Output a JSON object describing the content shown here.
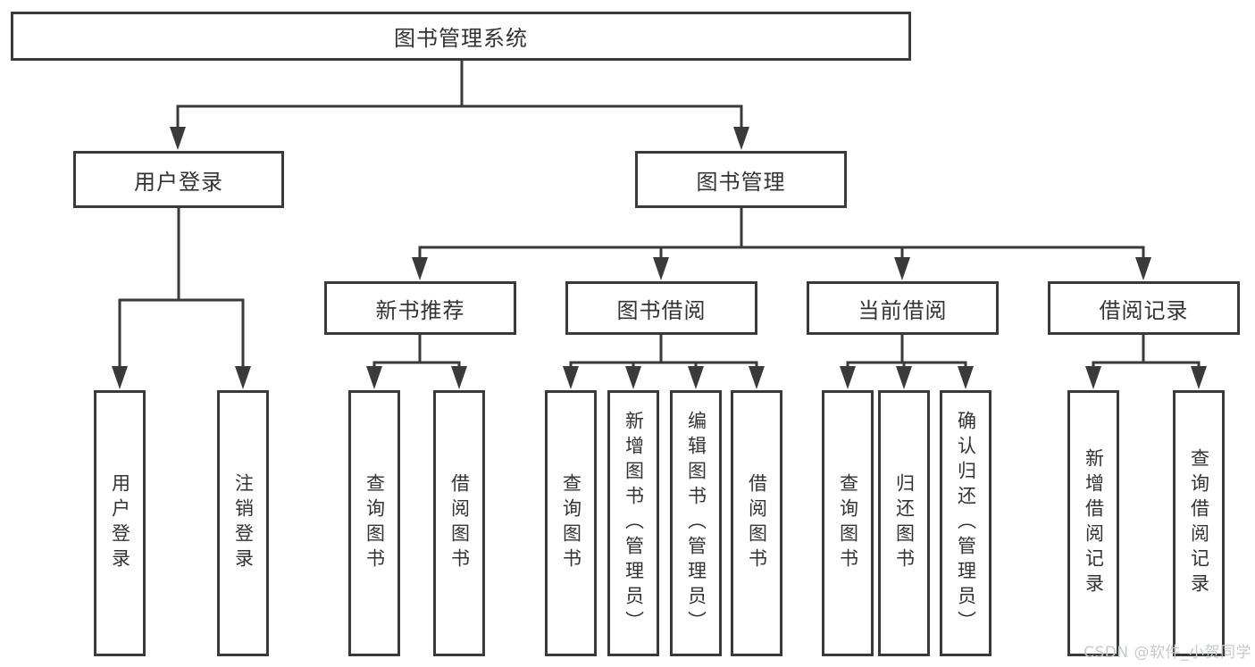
{
  "title": "图书管理系统",
  "level2": {
    "user_login": "用户登录",
    "book_management": "图书管理"
  },
  "level3": {
    "new_book_recommend": "新书推荐",
    "book_borrow": "图书借阅",
    "current_borrow": "当前借阅",
    "borrow_records": "借阅记录"
  },
  "leaves": {
    "user_login": "用户登录",
    "logout_login": "注销登录",
    "recommend_query_books": "查询图书",
    "recommend_borrow_books": "借阅图书",
    "borrow_query_books": "查询图书",
    "borrow_add_books_admin": "新增图书（管理员）",
    "borrow_edit_books_admin": "编辑图书（管理员）",
    "borrow_borrow_books": "借阅图书",
    "current_query_books": "查询图书",
    "current_return_books": "归还图书",
    "current_confirm_return_admin": "确认归还（管理员）",
    "records_add_record": "新增借阅记录",
    "records_query_record": "查询借阅记录"
  },
  "watermark": "CSDN @软件_小贺同学",
  "colors": {
    "line": "#3a3a3a",
    "text": "#333333",
    "watermark": "#c6c9ce",
    "background": "#ffffff"
  }
}
